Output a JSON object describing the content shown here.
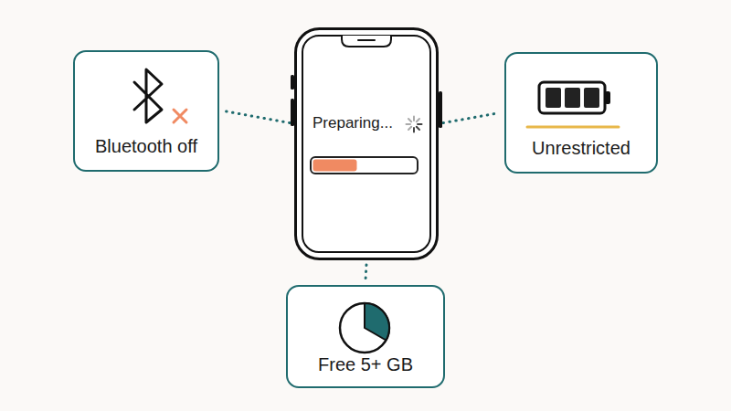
{
  "diagram": {
    "nodes": [
      {
        "text": [
          "Bluetooth off"
        ]
      },
      {
        "text": [
          "Preparing..."
        ]
      },
      {
        "text": [
          "Unrestricted"
        ]
      },
      {
        "text": [
          "Free 5+ GB"
        ]
      }
    ],
    "edges": [
      {
        "from": 1,
        "to": 0,
        "arrow": "none"
      },
      {
        "from": 1,
        "to": 2,
        "arrow": "none"
      },
      {
        "from": 1,
        "to": 3,
        "arrow": "none"
      }
    ]
  }
}
